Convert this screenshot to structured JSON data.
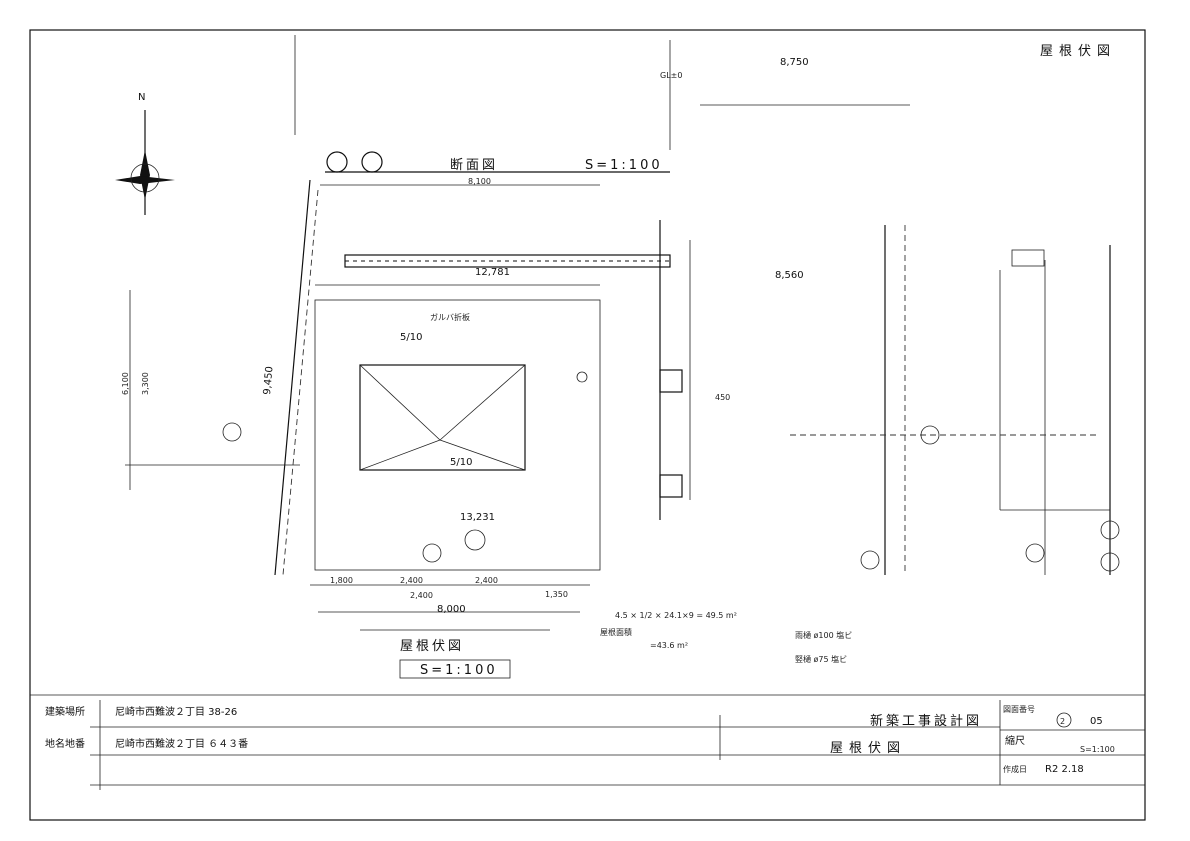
{
  "sheet": {
    "title_top_right": "屋根伏図",
    "section_title": "断面図",
    "section_scale": "S=1:100",
    "plan_title": "屋根伏図",
    "plan_scale": "S=1:100",
    "north_label": "N"
  },
  "dimensions": {
    "top_8750": "8,750",
    "gl": "GL±0",
    "width_12781": "12,781",
    "width_13231": "13,231",
    "right_8560": "8,560",
    "bottom_8000": "8,000",
    "d1800": "1,800",
    "d2400a": "2,400",
    "d2400b": "2,400",
    "d1350": "1,350",
    "d2400c": "2,400",
    "left_9450": "9,450",
    "left_6100": "6,100",
    "left_3300": "3,300",
    "h450": "450",
    "h8100": "8,100",
    "slope": "5/10",
    "roof_label": "ガルバ折板",
    "area_formula": "4.5 × 1/2 × 24.1×9 = 49.5 m²",
    "area_note_1": "屋根面積",
    "area_note_2": "=43.6 m²",
    "legend_1": "雨樋 ø100 塩ビ",
    "legend_2": "竪樋 ø75 塩ビ"
  },
  "title_block": {
    "site_label": "建築場所",
    "site_value": "尼崎市西難波２丁目 38-26",
    "lot_label": "地名地番",
    "lot_value": "尼崎市西難波２丁目 ６４３番",
    "project_name": "新築工事設計図",
    "drawing_name": "屋根伏図",
    "drawing_no_label": "図面番号",
    "drawing_no_circle": "2",
    "drawing_no": "05",
    "scale_label": "縮尺",
    "scale_value": "S=1:100",
    "date_label": "作成日",
    "date_value": "R2  2.18"
  }
}
